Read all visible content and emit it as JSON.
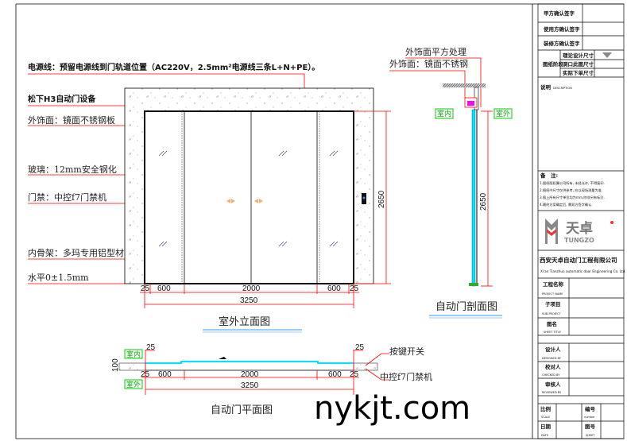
{
  "notes": {
    "power": "电源线：预留电源线到门轨道位置（AC220V，2.5mm²电源线三条L+N+PE）。",
    "equipment": "松下H3自动门设备",
    "finish": "外饰面：镜面不锈钢板",
    "glass": "玻璃：12mm安全钢化",
    "access": "门禁：中控f7门禁机",
    "frame": "内骨架：多玛专用铝型材",
    "level": "水平0±1.5mm"
  },
  "elevation": {
    "title": "室外立面图",
    "dims": {
      "left": "25",
      "panel_left": "600",
      "opening": "2000",
      "panel_right": "600",
      "right": "25",
      "total": "3250",
      "height": "2650"
    }
  },
  "section": {
    "title": "自动门剖面图",
    "note1": "外饰面平方处理",
    "note2": "外饰面：镜面不锈钢",
    "inside": "室内",
    "outside": "室外",
    "height": "2650"
  },
  "plan": {
    "title": "自动门平面图",
    "inside": "室内",
    "outside": "室外",
    "button": "按键开关",
    "access": "中控f7门禁机",
    "depth": "100",
    "dims": {
      "top_left": "25",
      "top_right": "25",
      "left": "25",
      "panel_left": "600",
      "opening": "2000",
      "panel_right": "600",
      "right": "25",
      "total": "3250"
    }
  },
  "watermark": "nykjt.com",
  "title_block": {
    "sign1": "甲方确认签字",
    "sign2": "使用方确认签字",
    "sign3": "装修方确认签字",
    "stage": "图纸阶段",
    "stage_items": [
      "理论设计尺寸",
      "洞口此图尺寸",
      "实际下单尺寸"
    ],
    "desc": "说明",
    "desc_en": "DESCRIPTION",
    "remark": "备　注:",
    "remarks": [
      "1.图纸版权属公司所有, 未经允许, 不得复印.",
      "2.图纸中尺寸仅供参考, 应以现场测量为准.",
      "3.图上所有尺寸单位均为mm,除非另有标注.",
      "4.最终方案确定后, 需双方签字确认."
    ],
    "logo_cn": "天卓",
    "logo_en": "TUNGZO",
    "company_cn": "西安天卓自动门工程有限公司",
    "company_en": "Xi'an Tianzhuo automatic door Engineering Co. Ltd.",
    "rows": [
      {
        "cn": "工程名称",
        "en": "PROJECT NAME"
      },
      {
        "cn": "子项目",
        "en": "SUB-PROJECT"
      },
      {
        "cn": "图名",
        "en": "SHEET TITLE"
      },
      {
        "cn": "设计人",
        "en": "DESIGNED BY"
      },
      {
        "cn": "校对人",
        "en": "CHECKED BY"
      },
      {
        "cn": "审核人",
        "en": "REVIEWED BY"
      }
    ],
    "scale": "比例",
    "scale_en": "SCALE",
    "number": "编号",
    "number_en": "number",
    "date": "日期",
    "date_en": "DATE",
    "sheet": "图号",
    "sheet_en": "SHEET"
  },
  "colors": {
    "leader": "#ff0000",
    "glass": "#00e5ff",
    "label_box": "#00cc00",
    "lock": "#ff00ff"
  }
}
